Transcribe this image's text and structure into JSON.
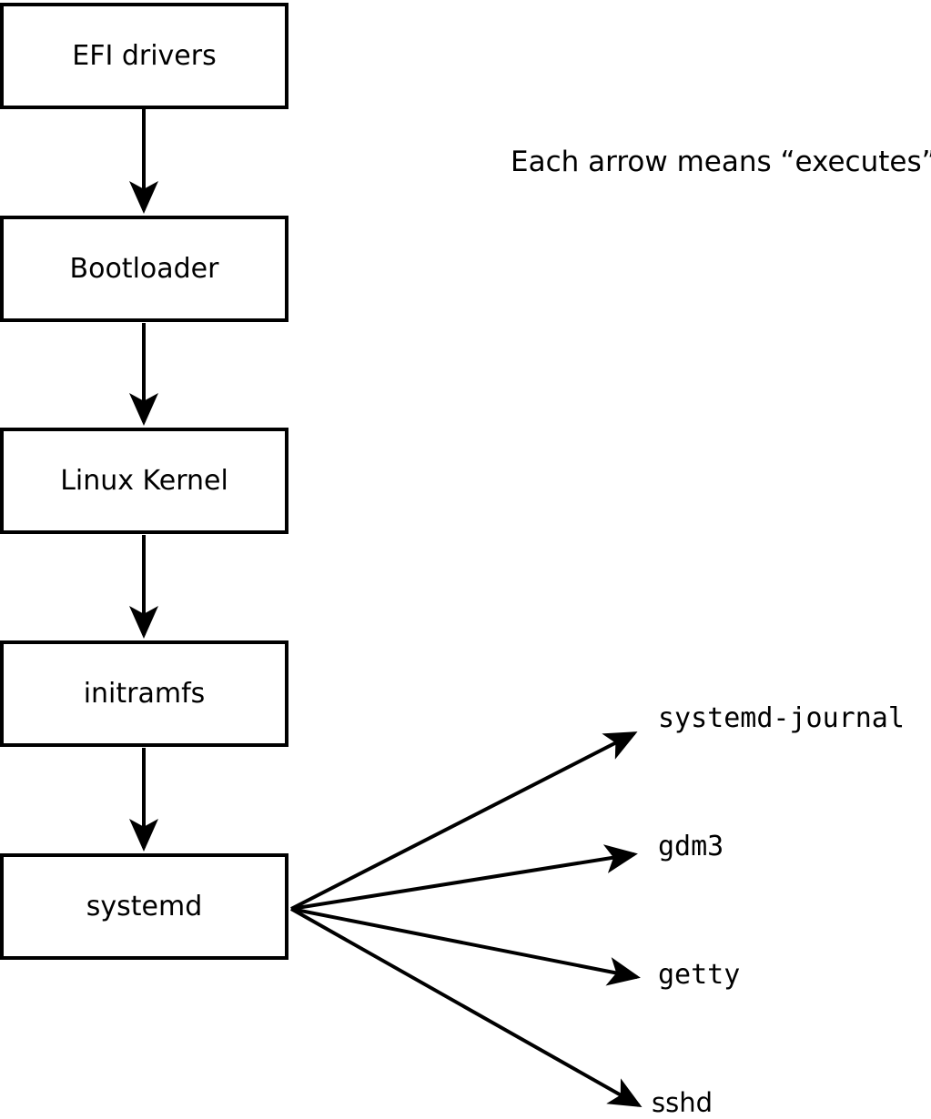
{
  "caption": "Each arrow means “executes”.",
  "colors": {
    "line": "#000000",
    "box_border": "#000000",
    "box_fill": "#ffffff",
    "background": "#ffffff",
    "text": "#000000"
  },
  "chain": [
    {
      "label": "EFI drivers"
    },
    {
      "label": "Bootloader"
    },
    {
      "label": "Linux Kernel"
    },
    {
      "label": "initramfs"
    },
    {
      "label": "systemd"
    }
  ],
  "spawned": [
    {
      "label": "systemd-journal"
    },
    {
      "label": "gdm3"
    },
    {
      "label": "getty"
    },
    {
      "label": "sshd"
    }
  ],
  "edges": [
    {
      "from": "EFI drivers",
      "to": "Bootloader",
      "meaning": "executes"
    },
    {
      "from": "Bootloader",
      "to": "Linux Kernel",
      "meaning": "executes"
    },
    {
      "from": "Linux Kernel",
      "to": "initramfs",
      "meaning": "executes"
    },
    {
      "from": "initramfs",
      "to": "systemd",
      "meaning": "executes"
    },
    {
      "from": "systemd",
      "to": "systemd-journal",
      "meaning": "executes"
    },
    {
      "from": "systemd",
      "to": "gdm3",
      "meaning": "executes"
    },
    {
      "from": "systemd",
      "to": "getty",
      "meaning": "executes"
    },
    {
      "from": "systemd",
      "to": "sshd",
      "meaning": "executes"
    }
  ]
}
